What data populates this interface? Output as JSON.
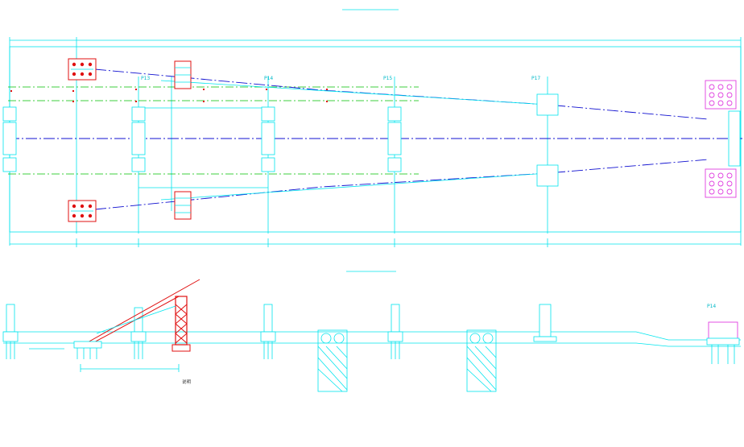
{
  "titles": {
    "plan": "",
    "elevation": ""
  },
  "piers": [
    "P13",
    "P14",
    "P15",
    "P17"
  ],
  "end_pier": "P14",
  "notes": {
    "heading": "说明",
    "lines": [
      "",
      "",
      ""
    ]
  },
  "colors": {
    "line": "#00e5ee",
    "centerline": "#1010d0",
    "guide": "#00c000",
    "crane": "#e01010",
    "bearing": "#e040e0"
  }
}
